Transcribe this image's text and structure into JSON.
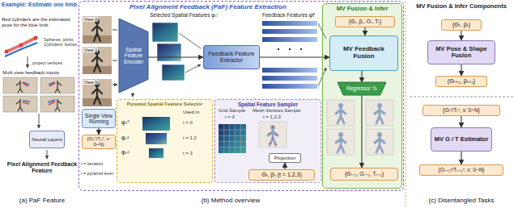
{
  "diagram": {
    "nodes": [
      {
        "text": [
          "Neural Layers"
        ]
      },
      {
        "text": [
          "Pixel Alignment Feedback (PaF) Feature Extraction"
        ]
      },
      {
        "text": [
          "Spatial Feature Encoder"
        ],
        "in": 1
      },
      {
        "text": [
          "Feedback Feature Extractor"
        ],
        "in": 1
      },
      {
        "text": [
          "Single View Running"
        ],
        "in": 1
      },
      {
        "text": [
          "{O₀ᵛ/T₀ᵛ, v: 0~N}"
        ],
        "in": 1
      },
      {
        "text": [
          "Pyramid Spatial Feature Selector"
        ],
        "in": 1
      },
      {
        "text": [
          "Spatial Feature Sampler"
        ],
        "in": 1
      },
      {
        "text": [
          "Projection"
        ],
        "in": 7
      },
      {
        "text": [
          "Θₜ, βₜ (t = 1,2,3)"
        ],
        "in": 7
      },
      {
        "text": [
          "MV Fusion & Infer"
        ],
        "in": 1
      },
      {
        "text": [
          "{Θₜ, βₜ, Oₜ, Tₜ}"
        ],
        "in": 10
      },
      {
        "text": [
          "MV Feedback Fusion"
        ],
        "in": 10
      },
      {
        "text": [
          "Regressor ℛᵢ"
        ],
        "in": 10
      },
      {
        "text": [
          "{Θₜ₊₁, Oₜ₊₁, Tₜ₊₁}"
        ],
        "in": 10
      },
      {
        "text": [
          "{Θₜ, βₜ}"
        ]
      },
      {
        "text": [
          "MV Pose & Shape Fusion"
        ]
      },
      {
        "text": [
          "{Θₜ₊₁, βₜ₊₁}"
        ]
      },
      {
        "text": [
          "{Oₜᵛ/Tₜᵛ, v: 0~N}"
        ]
      },
      {
        "text": [
          "MV O / T Estimator"
        ]
      },
      {
        "text": [
          "{Oₜ₊₁ᵛ/Tₜ₊₁ᵛ, v: 0~N}"
        ]
      }
    ],
    "edges": [
      {
        "from": 2,
        "to": 3,
        "arrow": "to"
      },
      {
        "from": 3,
        "to": 12,
        "arrow": "to"
      },
      {
        "from": 4,
        "to": 5,
        "arrow": "to"
      },
      {
        "from": 9,
        "to": 8,
        "arrow": "to"
      },
      {
        "from": 11,
        "to": 12,
        "arrow": "to"
      },
      {
        "from": 12,
        "to": 13,
        "arrow": "to"
      },
      {
        "from": 13,
        "to": 14,
        "arrow": "to"
      },
      {
        "from": 15,
        "to": 16,
        "arrow": "to"
      },
      {
        "from": 16,
        "to": 17,
        "arrow": "to"
      },
      {
        "from": 18,
        "to": 19,
        "arrow": "to"
      },
      {
        "from": 19,
        "to": 20,
        "arrow": "to"
      }
    ],
    "labels": [
      "Example: Estimate one limb",
      "Red cylinders are the estimated pose for the blue limb.",
      "Spheres: joints Cylinders: bones",
      "project vertices",
      "Multi view feedback inputs",
      "Pixel Alignment Feedback Feature",
      "(a) PaF Feature",
      "View 0",
      "View 1",
      "View N",
      "Selected Spatial Features φₛⁱ",
      "Feedback Features φfᵗ",
      "Used in",
      "φₛ⁰",
      "φₛ¹",
      "φₛ²",
      "t = 0",
      "t = 1,2",
      "t = 3",
      "t = iteration",
      "i = pyramid level",
      "Grid Sample",
      "t = 0",
      "Mesh Vertices Sample",
      "t = 1,2,3",
      "(b) Method overview",
      "MV Fusion & Infer Components",
      "(c) Disentangled Tasks"
    ]
  }
}
